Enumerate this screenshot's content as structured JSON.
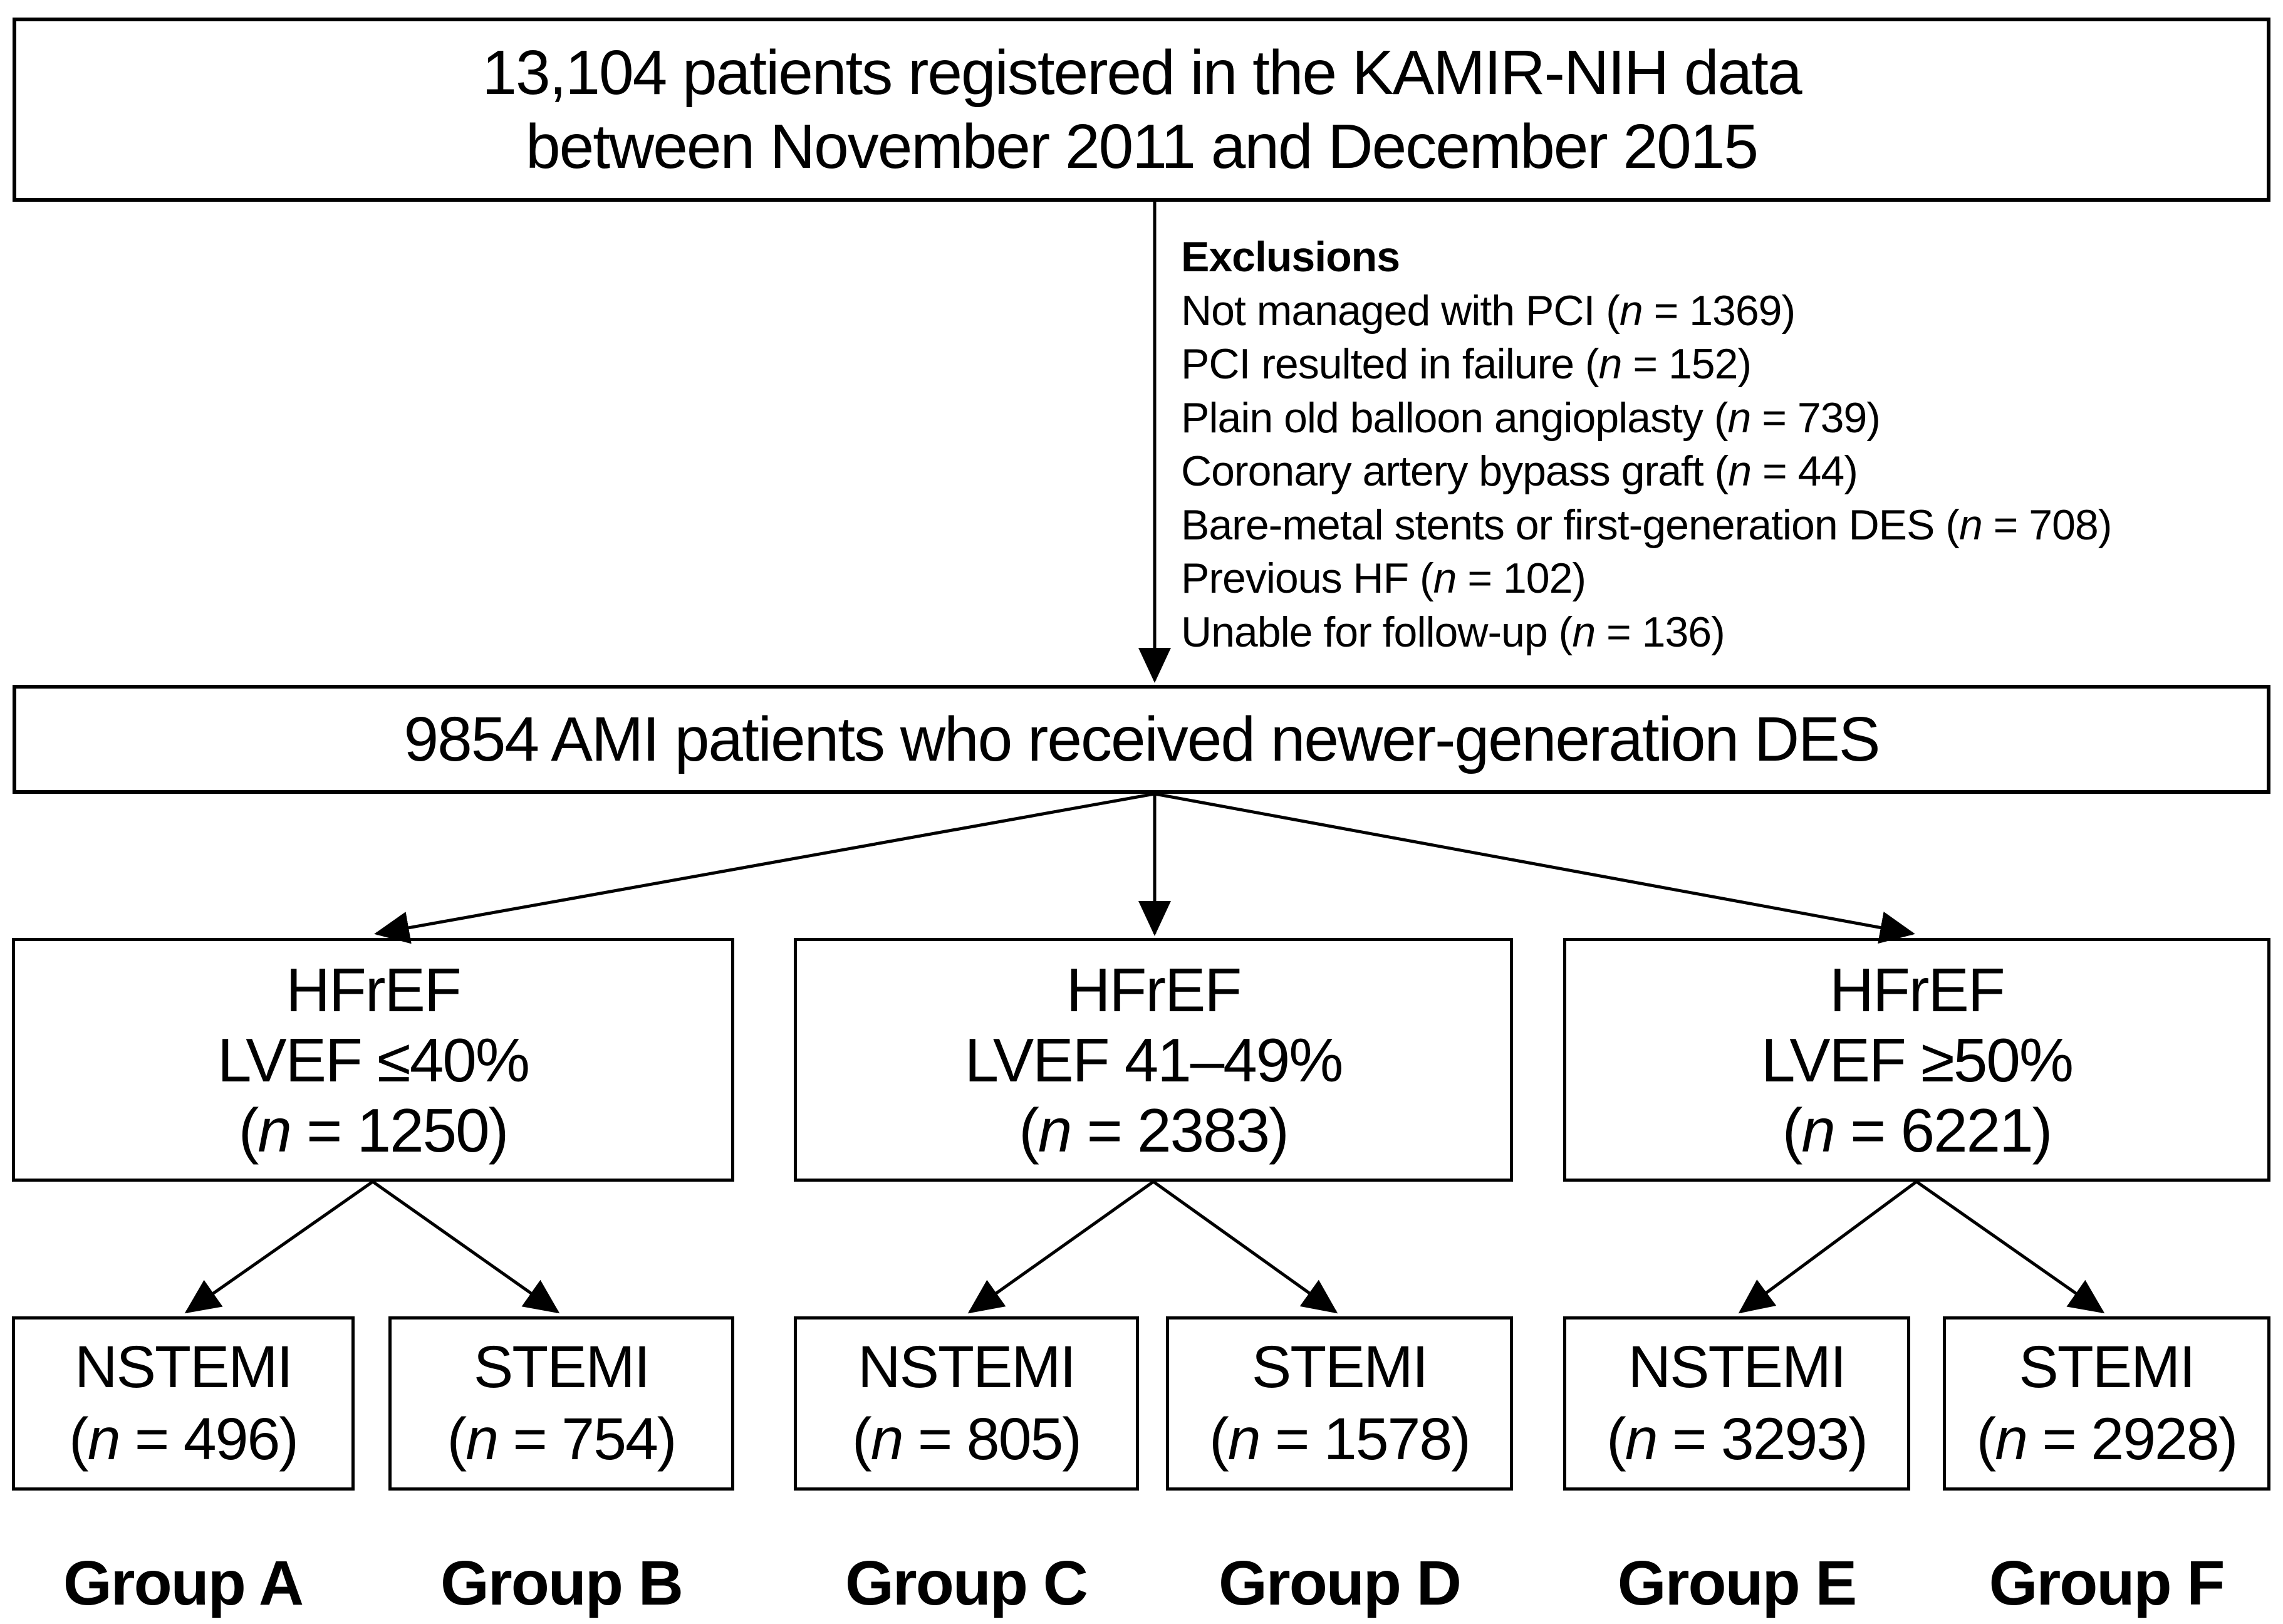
{
  "figure": {
    "type": "patient-flow-diagram",
    "colors": {
      "line": "#000000",
      "text": "#000000",
      "background": "#ffffff"
    }
  },
  "top_box": {
    "line1": "13,104 patients registered in the KAMIR-NIH data",
    "line2": "between November 2011 and December 2015"
  },
  "exclusions": {
    "title": "Exclusions",
    "items": [
      "Not managed with PCI (n = 1369)",
      "PCI resulted in failure (n = 152)",
      "Plain old balloon angioplasty (n = 739)",
      "Coronary artery bypass graft (n = 44)",
      "Bare-metal stents or first-generation DES (n = 708)",
      "Previous HF (n = 102)",
      "Unable for follow-up (n = 136)"
    ]
  },
  "cohort_box": {
    "label": "9854 AMI patients who received newer-generation DES"
  },
  "ef_boxes": [
    {
      "line1": "HFrEF",
      "line2": "LVEF ≤40%",
      "line3": "(n = 1250)"
    },
    {
      "line1": "HFrEF",
      "line2": "LVEF 41–49%",
      "line3": "(n = 2383)"
    },
    {
      "line1": "HFrEF",
      "line2": "LVEF ≥50%",
      "line3": "(n = 6221)"
    }
  ],
  "mi_boxes": [
    {
      "type": "NSTEMI",
      "n": "(n = 496)"
    },
    {
      "type": "STEMI",
      "n": "(n = 754)"
    },
    {
      "type": "NSTEMI",
      "n": "(n = 805)"
    },
    {
      "type": "STEMI",
      "n": "(n = 1578)"
    },
    {
      "type": "NSTEMI",
      "n": "(n = 3293)"
    },
    {
      "type": "STEMI",
      "n": "(n = 2928)"
    }
  ],
  "group_labels": [
    "Group A",
    "Group B",
    "Group C",
    "Group D",
    "Group E",
    "Group F"
  ]
}
